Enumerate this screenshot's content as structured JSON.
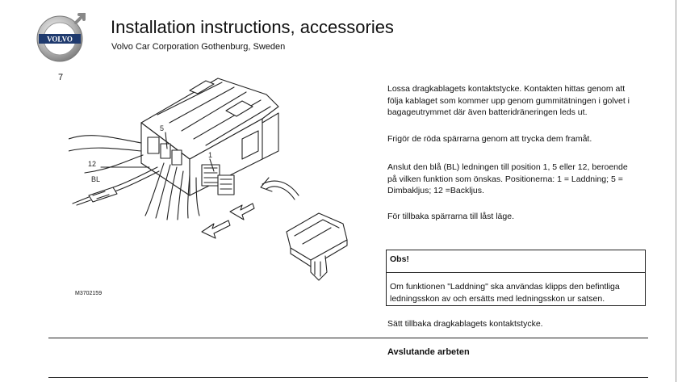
{
  "header": {
    "title": "Installation instructions, accessories",
    "subtitle": "Volvo Car Corporation Gothenburg, Sweden",
    "logo_text": "VOLVO"
  },
  "page_number": "7",
  "figure": {
    "code": "M3702159",
    "labels": {
      "pos5": "5",
      "pos1": "1",
      "pos12": "12",
      "bl": "BL"
    }
  },
  "instructions": {
    "p1": "Lossa dragkablagets kontaktstycke. Kontakten hittas genom att följa kablaget som kommer upp genom gummitätningen i golvet i bagageutrymmet där även batteridräneringen leds ut.",
    "p2": "Frigör de röda spärrarna genom att trycka dem framåt.",
    "p3": "Anslut den blå (BL) ledningen till position 1, 5 eller 12, beroende på vilken funktion som önskas. Positionerna: 1 = Laddning; 5 = Dimbakljus; 12 =Backljus.",
    "p4": "För tillbaka spärrarna till låst läge.",
    "p5": "Sätt tillbaka dragkablagets kontaktstycke."
  },
  "note": {
    "title": "Obs!",
    "text": "Om funktionen \"Laddning\" ska användas klipps den befintliga ledningsskon av och ersätts med ledningsskon ur satsen."
  },
  "section": {
    "heading": "Avslutande arbeten"
  },
  "colors": {
    "logo_ring": "#9a9a9a",
    "logo_band": "#1f3a6e",
    "text": "#111111"
  }
}
